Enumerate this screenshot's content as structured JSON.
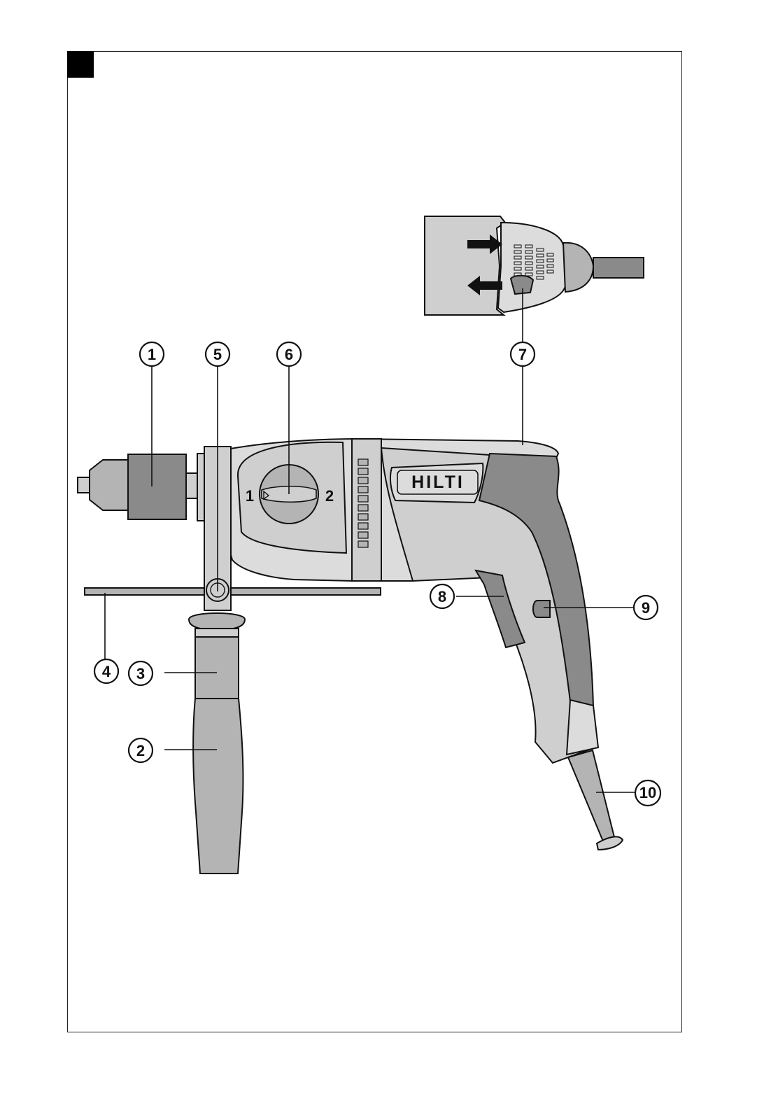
{
  "figure": {
    "marker": "black-square"
  },
  "brand": {
    "logo_text": "HILTI"
  },
  "selector": {
    "left_label": "1",
    "right_label": "2"
  },
  "callouts": [
    {
      "id": "c1",
      "label": "1"
    },
    {
      "id": "c2",
      "label": "2"
    },
    {
      "id": "c3",
      "label": "3"
    },
    {
      "id": "c4",
      "label": "4"
    },
    {
      "id": "c5",
      "label": "5"
    },
    {
      "id": "c6",
      "label": "6"
    },
    {
      "id": "c7",
      "label": "7"
    },
    {
      "id": "c8",
      "label": "8"
    },
    {
      "id": "c9",
      "label": "9"
    },
    {
      "id": "c10",
      "label": "10"
    }
  ],
  "colors": {
    "line": "#111111",
    "dark_grey": "#8a8a8a",
    "mid_grey": "#b4b4b4",
    "light_grey": "#cfcfcf"
  }
}
